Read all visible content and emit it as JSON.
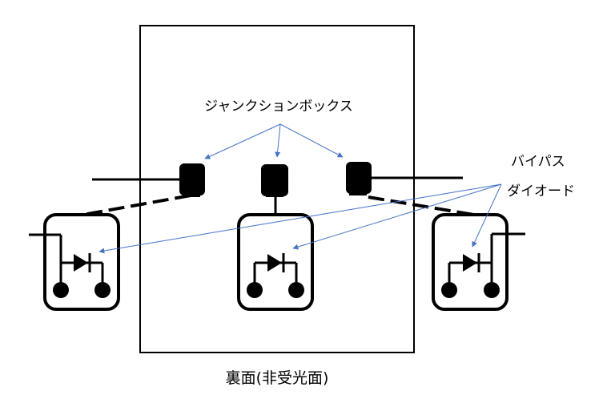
{
  "labels": {
    "junction_box": "ジャンクションボックス",
    "bypass_line1": "バイパス",
    "bypass_line2": "ダイオード",
    "back_side": "裏面(非受光面)"
  },
  "colors": {
    "line": "#000000",
    "arrow": "#4472c4",
    "background": "#ffffff"
  }
}
